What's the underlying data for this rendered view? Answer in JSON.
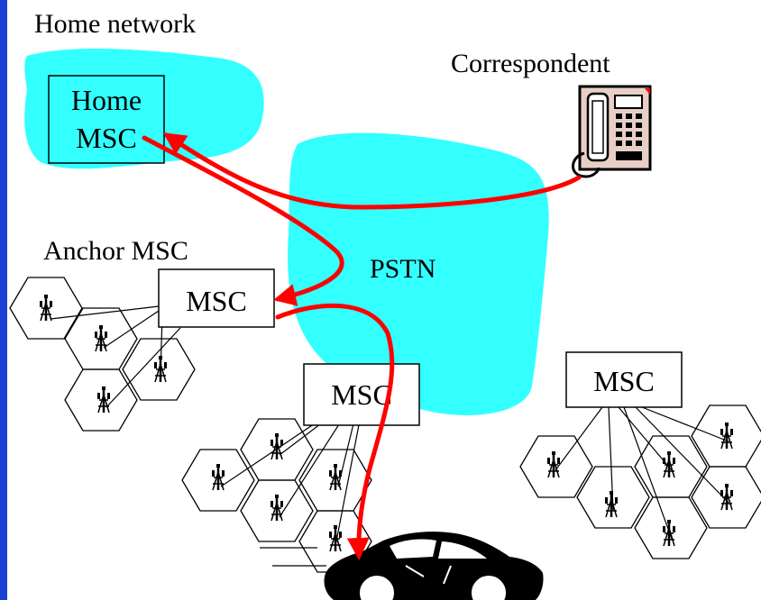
{
  "labels": {
    "home_network": "Home network",
    "correspondent": "Correspondent",
    "home_msc": [
      "Home",
      "MSC"
    ],
    "pstn": "PSTN",
    "anchor_msc": "Anchor MSC",
    "msc_anchor": "MSC",
    "msc_middle": "MSC",
    "msc_right": "MSC"
  },
  "colors": {
    "cloud": "#33ffff",
    "call_path": "#ff0000",
    "left_border": "#1a3fd1",
    "phone_body": "#e8cfc6"
  },
  "icons": {
    "phone": "telephone-icon",
    "tower": "cell-tower-icon",
    "car": "car-icon"
  }
}
